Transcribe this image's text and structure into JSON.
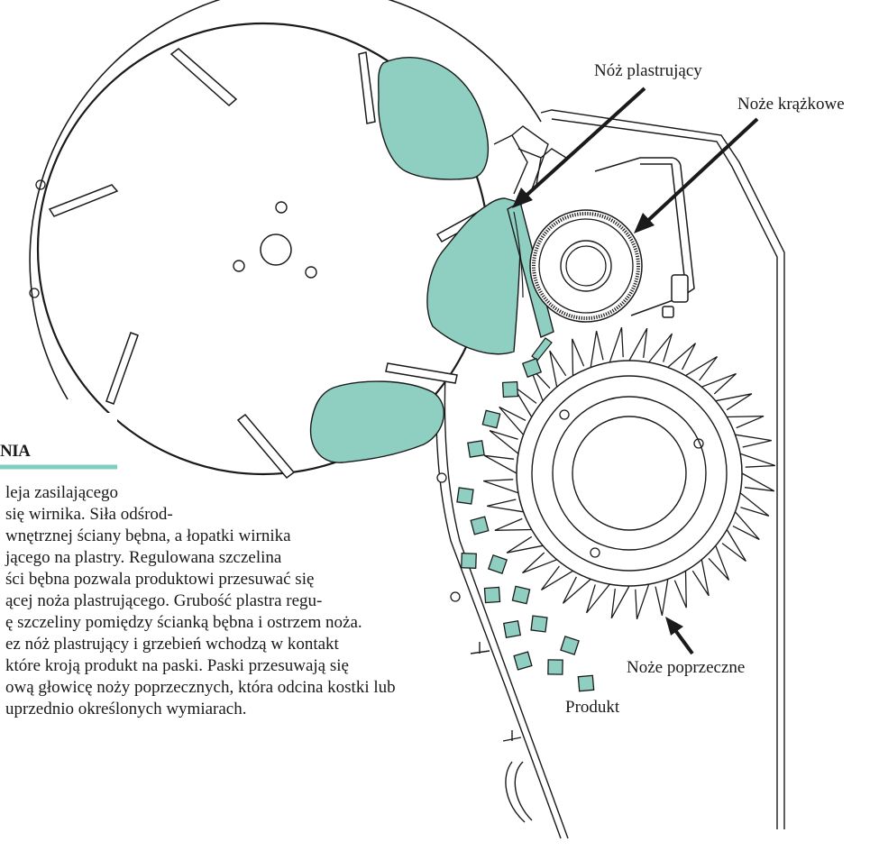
{
  "colors": {
    "product": "#8ecfc2",
    "accent_line": "#7fcfc0",
    "stroke": "#1a1a1a",
    "background": "#ffffff"
  },
  "labels": {
    "slicing_knife": "Nóż plastrujący",
    "circular_knives": "Noże krążkowe",
    "crosscut_knives": "Noże poprzeczne",
    "product": "Produkt"
  },
  "text_block": {
    "heading": "NIA",
    "lines": [
      "leja zasilającego",
      "się wirnika. Siła odśrod-",
      "wnętrznej ściany bębna, a łopatki wirnika",
      "jącego na plastry. Regulowana szczelina",
      "ści bębna pozwala produktowi przesuwać się",
      "ącej noża plastrującego. Grubość plastra regu-",
      "ę szczeliny pomiędzy ścianką bębna i ostrzem noża.",
      "ez nóż plastrujący i grzebień wchodzą w kontakt",
      "które kroją produkt na paski. Paski przesuwają się",
      "ową głowicę noży poprzecznych, która odcina kostki lub",
      "uprzednio określonych wymiarach."
    ]
  }
}
